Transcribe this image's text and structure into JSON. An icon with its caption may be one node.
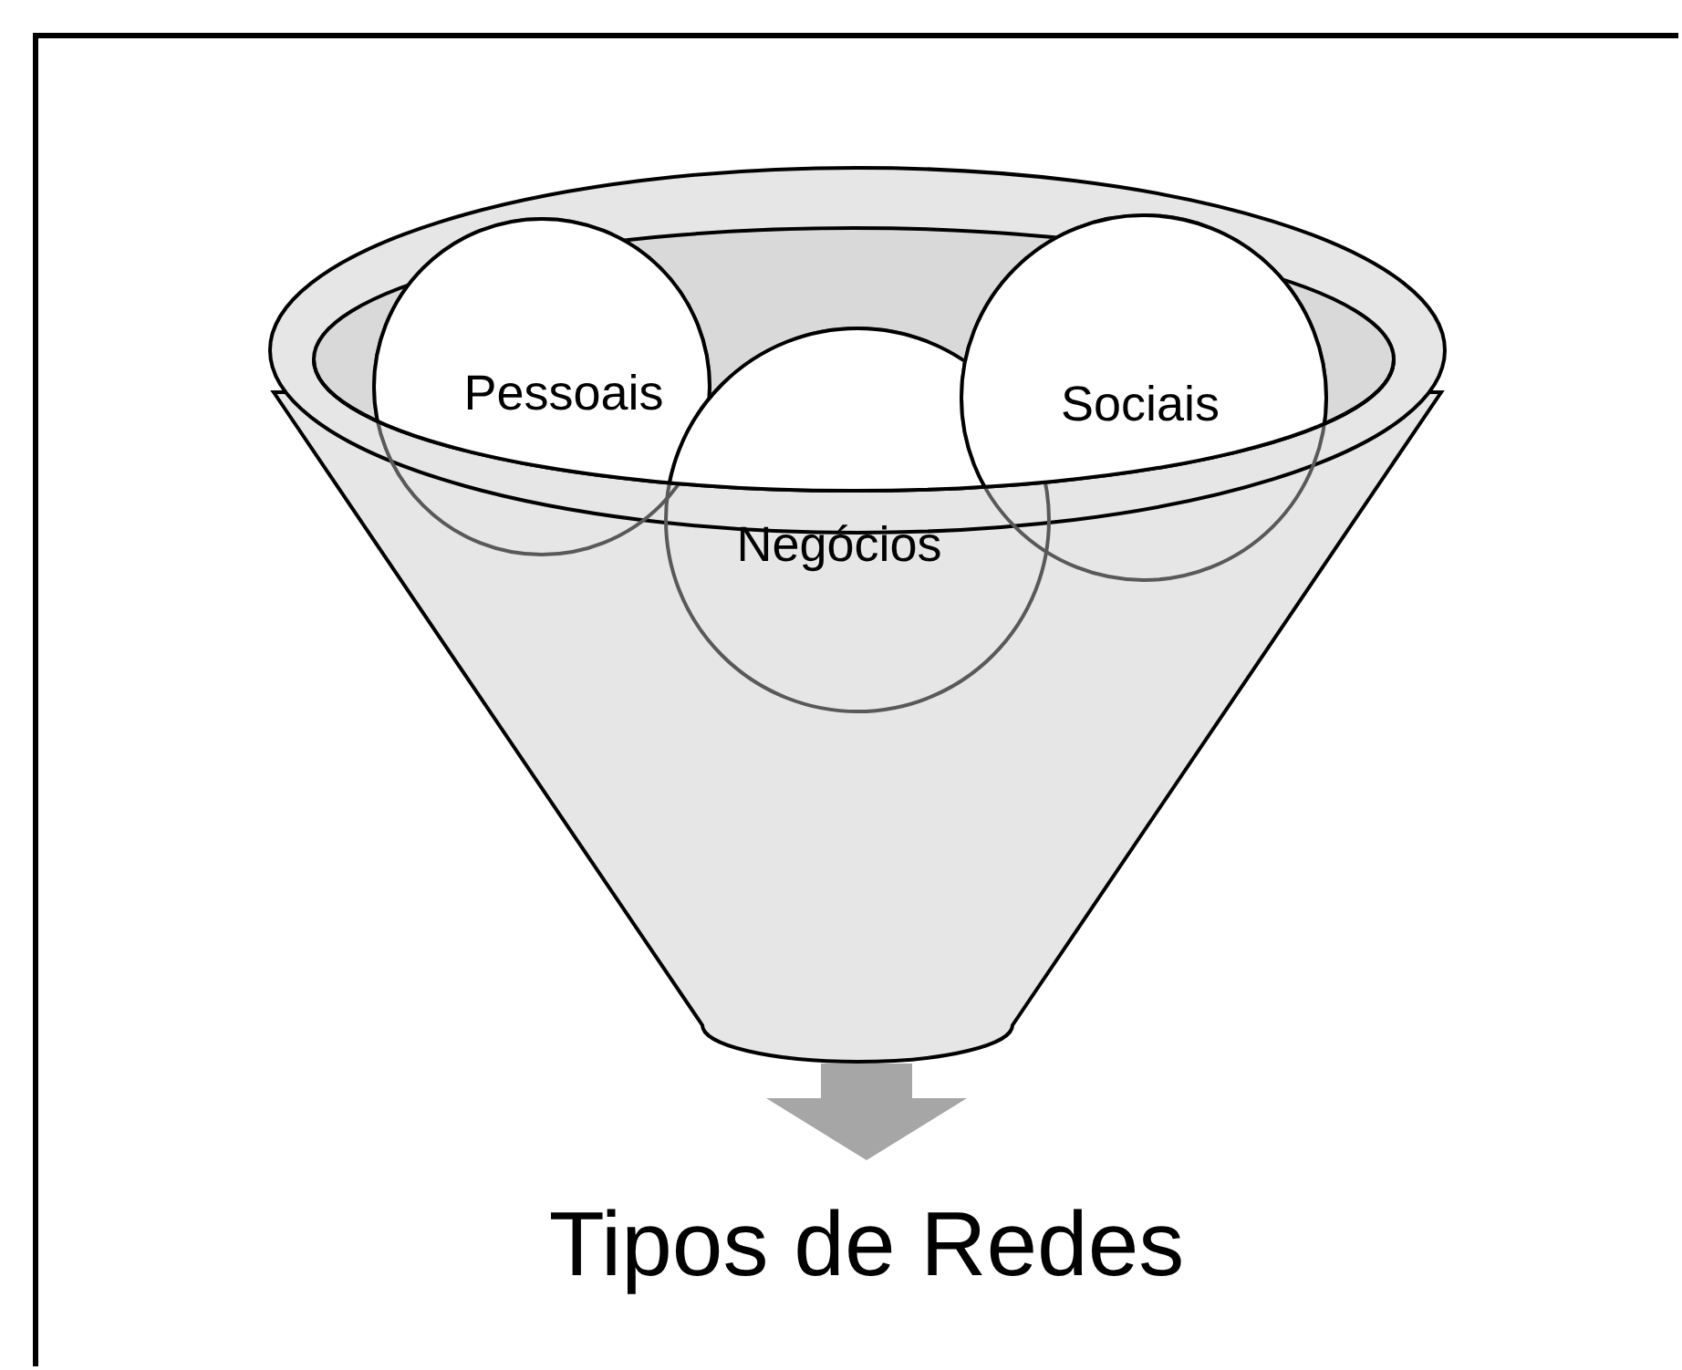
{
  "diagram": {
    "nodes": [
      {
        "text": [],
        "shape": "funnel"
      },
      {
        "text": [
          "Pessoais"
        ]
      },
      {
        "text": [
          "Negócios"
        ]
      },
      {
        "text": [
          "Sociais"
        ]
      },
      {
        "text": [
          "Tipos de Redes"
        ]
      }
    ],
    "edges": [
      {
        "from": 0,
        "to": 4,
        "arrow": "to"
      }
    ]
  }
}
